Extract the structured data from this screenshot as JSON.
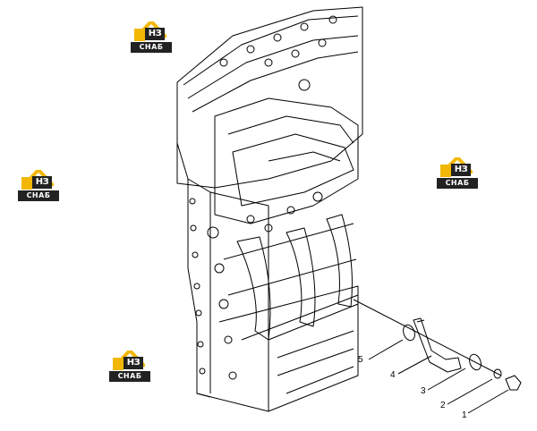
{
  "watermarks": [
    {
      "letters": "НЗ",
      "text": "СНАБ"
    },
    {
      "letters": "НЗ",
      "text": "СНАБ"
    },
    {
      "letters": "НЗ",
      "text": "СНАБ"
    },
    {
      "letters": "НЗ",
      "text": "СНАБ"
    }
  ],
  "callouts": [
    {
      "number": "5"
    },
    {
      "number": "4"
    },
    {
      "number": "3"
    },
    {
      "number": "2"
    },
    {
      "number": "1"
    }
  ],
  "colors": {
    "line": "#000000",
    "accent": "#f2b705",
    "logo_dark": "#222222"
  }
}
